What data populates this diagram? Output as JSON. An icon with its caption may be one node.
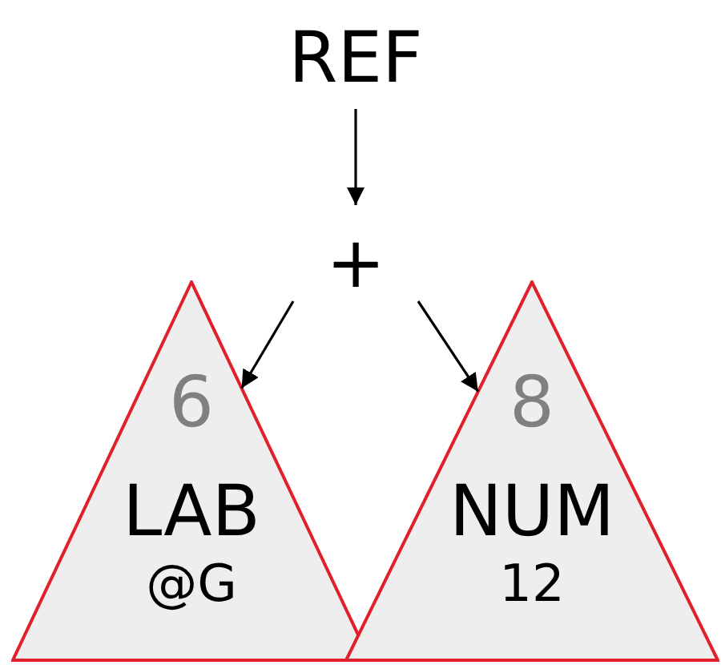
{
  "diagram": {
    "nodes": [
      {
        "text": [
          "REF"
        ]
      },
      {
        "text": [
          "+"
        ]
      },
      {
        "text": [
          "6",
          "LAB",
          "@G"
        ]
      },
      {
        "text": [
          "8",
          "NUM",
          "12"
        ]
      }
    ],
    "edges": [
      {
        "from": 0,
        "to": 1,
        "arrow": "to"
      },
      {
        "from": 1,
        "to": 2,
        "arrow": "to"
      },
      {
        "from": 1,
        "to": 3,
        "arrow": "to"
      }
    ]
  }
}
